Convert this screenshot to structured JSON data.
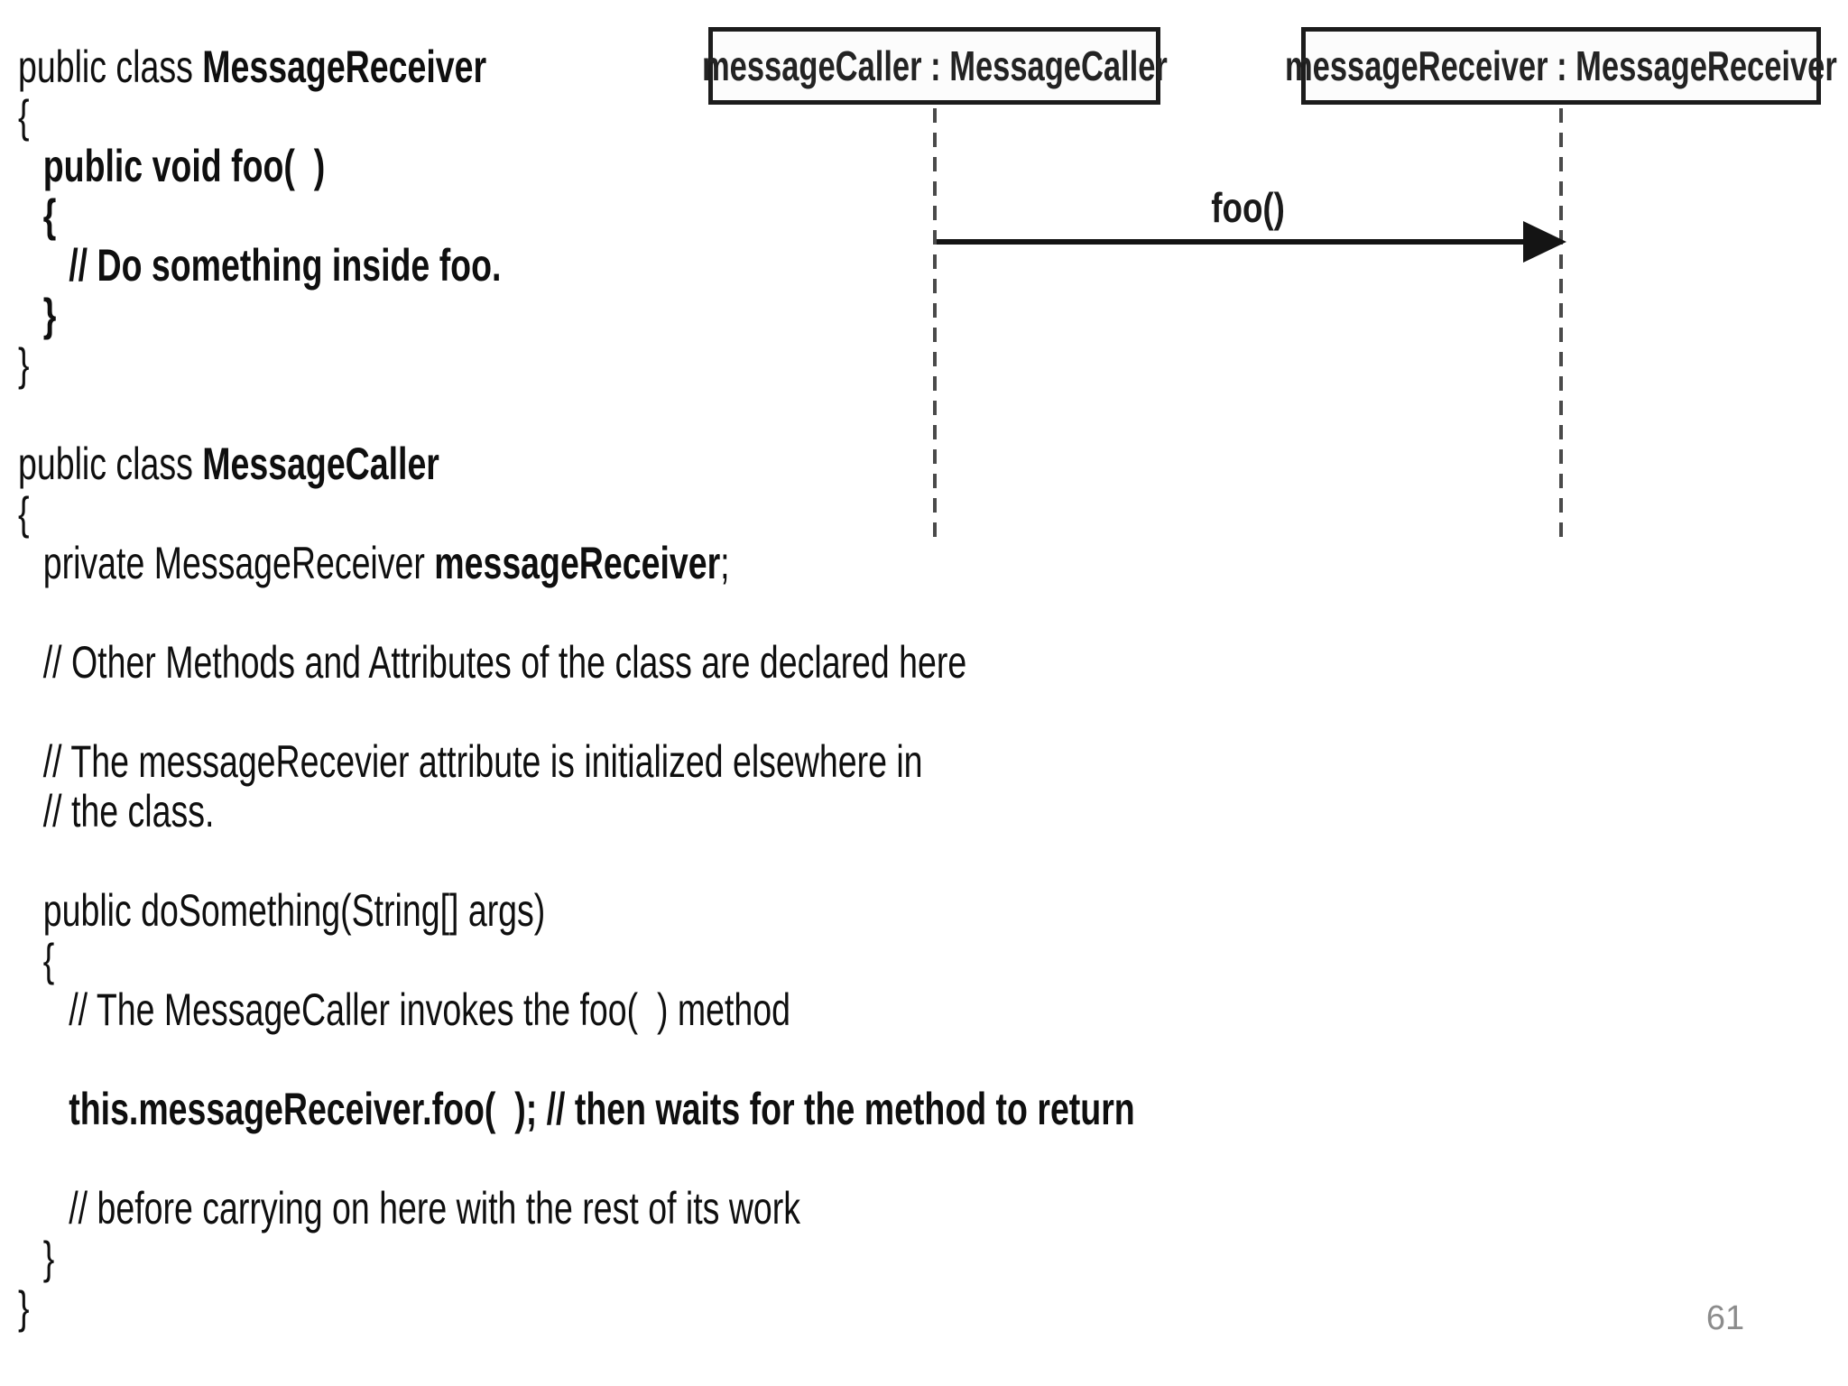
{
  "code": {
    "lines": [
      {
        "indent": 0,
        "segments": [
          {
            "text": "public class ",
            "bold": false
          },
          {
            "text": "MessageReceiver",
            "bold": true
          }
        ]
      },
      {
        "indent": 0,
        "segments": [
          {
            "text": "{",
            "bold": false
          }
        ]
      },
      {
        "indent": 1,
        "segments": [
          {
            "text": "public void foo(  )",
            "bold": true
          }
        ]
      },
      {
        "indent": 1,
        "segments": [
          {
            "text": "{",
            "bold": true
          }
        ]
      },
      {
        "indent": 2,
        "segments": [
          {
            "text": "// Do something inside foo.",
            "bold": true
          }
        ]
      },
      {
        "indent": 1,
        "segments": [
          {
            "text": "}",
            "bold": true
          }
        ]
      },
      {
        "indent": 0,
        "segments": [
          {
            "text": "}",
            "bold": false
          }
        ]
      },
      {
        "indent": 0,
        "segments": []
      },
      {
        "indent": 0,
        "segments": [
          {
            "text": "public class ",
            "bold": false
          },
          {
            "text": "MessageCaller",
            "bold": true
          }
        ]
      },
      {
        "indent": 0,
        "segments": [
          {
            "text": "{",
            "bold": false
          }
        ]
      },
      {
        "indent": 1,
        "segments": [
          {
            "text": "private MessageReceiver ",
            "bold": false
          },
          {
            "text": "messageReceiver",
            "bold": true
          },
          {
            "text": ";",
            "bold": false
          }
        ]
      },
      {
        "indent": 0,
        "segments": []
      },
      {
        "indent": 1,
        "segments": [
          {
            "text": "// Other Methods and Attributes of the class are declared here",
            "bold": false
          }
        ]
      },
      {
        "indent": 0,
        "segments": []
      },
      {
        "indent": 1,
        "segments": [
          {
            "text": "// The messageRecevier attribute is initialized elsewhere in",
            "bold": false
          }
        ]
      },
      {
        "indent": 1,
        "segments": [
          {
            "text": "// the class.",
            "bold": false
          }
        ]
      },
      {
        "indent": 0,
        "segments": []
      },
      {
        "indent": 1,
        "segments": [
          {
            "text": "public doSomething(String[] args)",
            "bold": false
          }
        ]
      },
      {
        "indent": 1,
        "segments": [
          {
            "text": "{",
            "bold": false
          }
        ]
      },
      {
        "indent": 2,
        "segments": [
          {
            "text": "// The MessageCaller invokes the foo(  ) method",
            "bold": false
          }
        ]
      },
      {
        "indent": 0,
        "segments": []
      },
      {
        "indent": 2,
        "segments": [
          {
            "text": "this.messageReceiver.foo(  ); // then waits for the method to return",
            "bold": true
          }
        ]
      },
      {
        "indent": 0,
        "segments": []
      },
      {
        "indent": 2,
        "segments": [
          {
            "text": "// before carrying on here with the rest of its work",
            "bold": false
          }
        ]
      },
      {
        "indent": 1,
        "segments": [
          {
            "text": "}",
            "bold": false
          }
        ]
      },
      {
        "indent": 0,
        "segments": [
          {
            "text": "}",
            "bold": false
          }
        ]
      }
    ]
  },
  "diagram": {
    "caller_lifeline_label": "messageCaller : MessageCaller",
    "receiver_lifeline_label": "messageReceiver : MessageReceiver",
    "message_label": "foo()",
    "colors": {
      "box_border": "#1c1c1c",
      "box_fill": "#fcfcfc",
      "lifeline": "#4a4a4a",
      "arrow": "#141414"
    }
  },
  "page_number": "61"
}
